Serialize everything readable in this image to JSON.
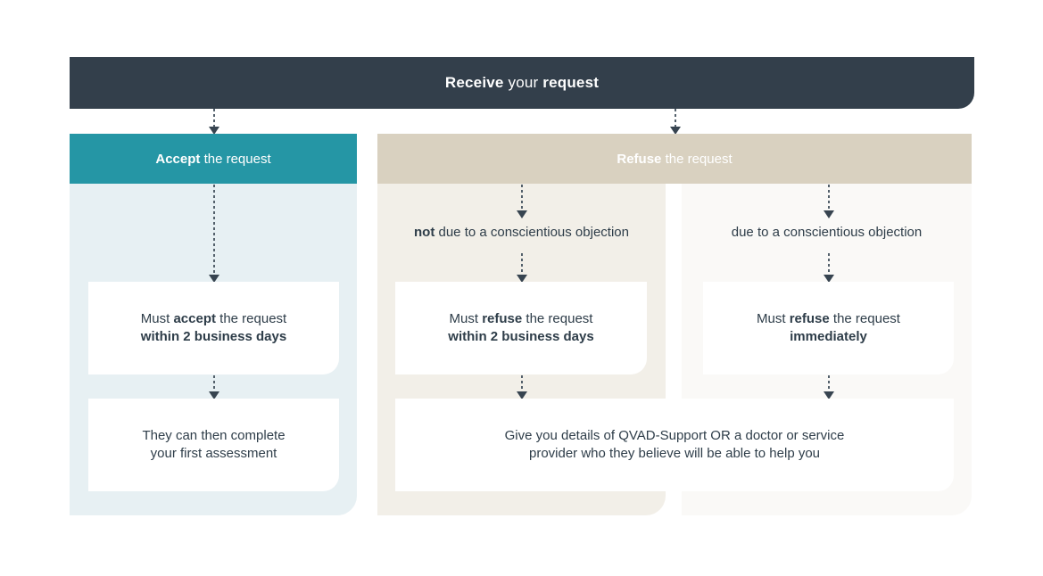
{
  "diagram": {
    "top_bar": {
      "text_lead": "Receive",
      "text_mid": " your ",
      "text_tail": "request"
    },
    "columns": {
      "accept": {
        "header_lead": "Accept",
        "header_tail": " the request",
        "card_1": {
          "line1_a": "Must ",
          "line1_b": "accept",
          "line1_c": " the request",
          "line2": "within 2 business days"
        },
        "card_2": {
          "line1": "They can then complete",
          "line2": "your first assessment"
        }
      },
      "refuse": {
        "header_lead": "Refuse",
        "header_tail": " the request",
        "branch_not_co": {
          "label_lead": "not",
          "label_tail": " due to a conscientious objection",
          "card": {
            "line1_a": "Must ",
            "line1_b": "refuse",
            "line1_c": " the request",
            "line2": "within 2 business days"
          }
        },
        "branch_co": {
          "label": "due to a conscientious objection",
          "card": {
            "line1_a": "Must ",
            "line1_b": "refuse",
            "line1_c": " the request",
            "line2": "immediately"
          }
        },
        "shared_card": {
          "line1": "Give you details of QVAD-Support OR a doctor or service",
          "line2": "provider who they believe will be able to help you"
        }
      }
    },
    "colors": {
      "top_bar": "#333f4b",
      "accept_header": "#2596a5",
      "refuse_header": "#d9d1c0",
      "accept_panel": "#e7f0f3",
      "refuse_panel_a": "#f2efe8",
      "refuse_panel_b": "#faf9f7",
      "text": "#2e3d49",
      "card": "#ffffff",
      "connector": "#374450"
    }
  }
}
